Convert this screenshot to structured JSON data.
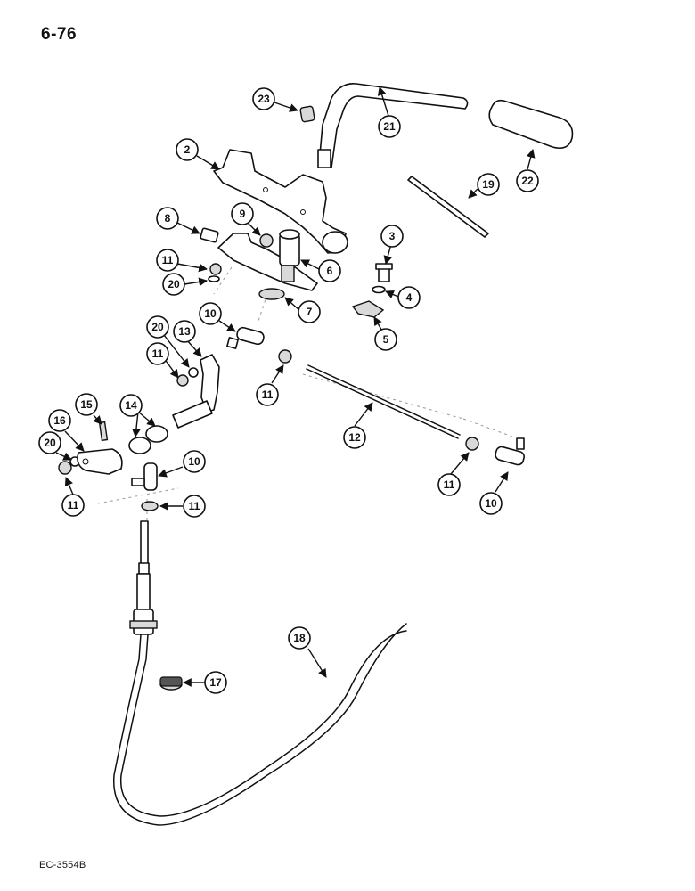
{
  "page_label": "6-76",
  "figure_ref": "EC-3554B",
  "callouts": {
    "c2": "2",
    "c3": "3",
    "c4": "4",
    "c5": "5",
    "c6": "6",
    "c7": "7",
    "c8": "8",
    "c9": "9",
    "c10a": "10",
    "c10b": "10",
    "c10c": "10",
    "c11a": "11",
    "c11b": "11",
    "c11c": "11",
    "c11d": "11",
    "c11e": "11",
    "c11f": "11",
    "c12": "12",
    "c13": "13",
    "c14": "14",
    "c15": "15",
    "c16": "16",
    "c17": "17",
    "c18": "18",
    "c19": "19",
    "c20a": "20",
    "c20b": "20",
    "c20c": "20",
    "c21": "21",
    "c22": "22",
    "c23": "23"
  }
}
